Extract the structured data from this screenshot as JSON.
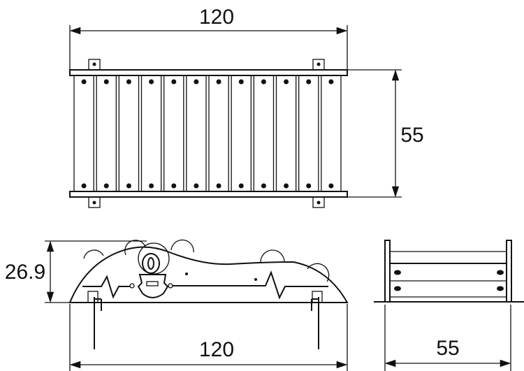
{
  "title": "Playground equipment dimension drawing",
  "top_view": {
    "width_label": "120",
    "depth_label": "55"
  },
  "side_view": {
    "height_label": "26.9",
    "width_label": "120"
  },
  "end_view": {
    "depth_label": "55"
  },
  "colors": {
    "line": "#111111",
    "background": "#ffffff"
  }
}
